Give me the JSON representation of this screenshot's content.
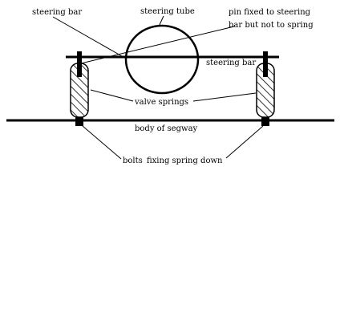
{
  "diagram": {
    "colors": {
      "ink": "#000000",
      "background": "#ffffff"
    },
    "labels": {
      "steering_bar_left": "steering bar",
      "steering_tube": "steering tube",
      "pin_line1": "pin fixed to steering",
      "pin_line2": "bar but not to spring",
      "steering_bar_right": "steering bar",
      "valve_springs": "valve springs",
      "body": "body of segway",
      "bolts": "bolts",
      "fixing": "fixing spring down"
    }
  }
}
